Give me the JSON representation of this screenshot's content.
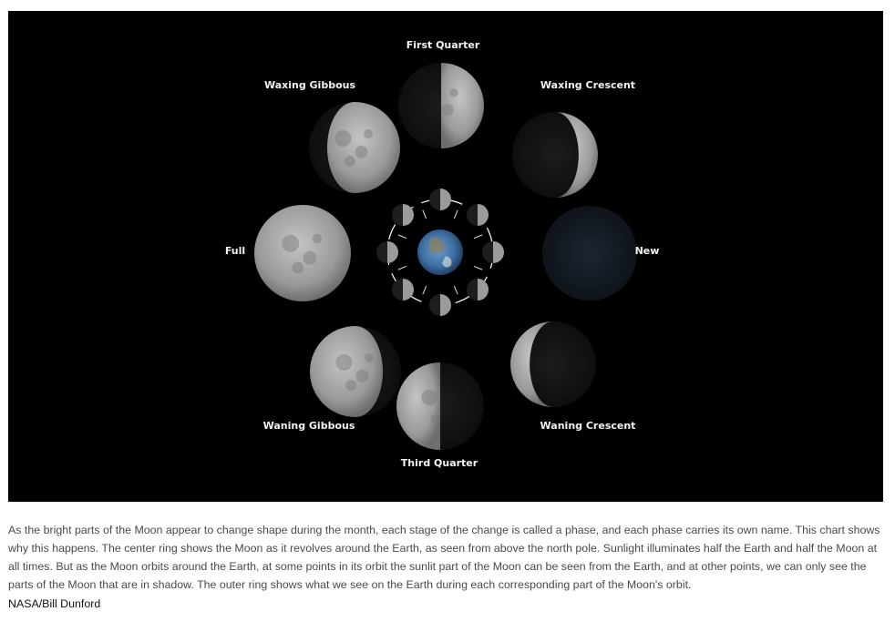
{
  "figure": {
    "phases": [
      {
        "key": "first_quarter",
        "label": "First Quarter"
      },
      {
        "key": "waxing_crescent",
        "label": "Waxing Crescent"
      },
      {
        "key": "new",
        "label": "New"
      },
      {
        "key": "waning_crescent",
        "label": "Waning Crescent"
      },
      {
        "key": "third_quarter",
        "label": "Third Quarter"
      },
      {
        "key": "waning_gibbous",
        "label": "Waning Gibbous"
      },
      {
        "key": "full",
        "label": "Full"
      },
      {
        "key": "waxing_gibbous",
        "label": "Waxing Gibbous"
      }
    ],
    "colors": {
      "background": "#000000",
      "moon_lit": "#a9a9a9",
      "moon_shadow": "#1a1a1a",
      "earth_ocean": "#3d6fa3",
      "orbit_ring": "#ffffff"
    }
  },
  "caption": {
    "text": "As the bright parts of the Moon appear to change shape during the month, each stage of the change is called a phase, and each phase carries its own name. This chart shows why this happens. The center ring shows the Moon as it revolves around the Earth, as seen from above the north pole. Sunlight illuminates half the Earth and half the Moon at all times. But as the Moon orbits around the Earth, at some points in its orbit the sunlit part of the Moon can be seen from the Earth, and at other points, we can only see the parts of the Moon that are in shadow. The outer ring shows what we see on the Earth during each corresponding part of the Moon's orbit.",
    "credit": "NASA/Bill Dunford"
  }
}
